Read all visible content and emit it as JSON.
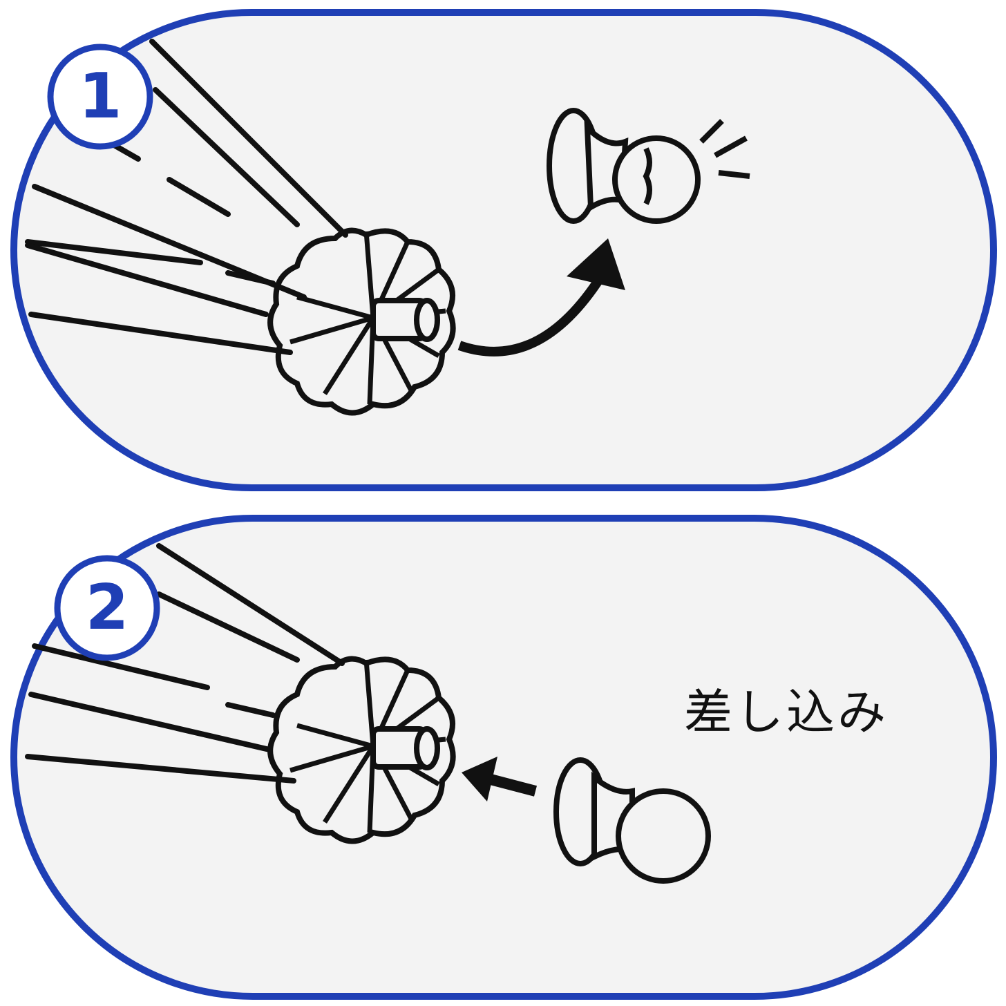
{
  "colors": {
    "border": "#1f3fb5",
    "panel": "#f3f3f3",
    "ink": "#111111"
  },
  "steps": [
    {
      "number": "1",
      "illustration": "remove-broken-tip"
    },
    {
      "number": "2",
      "illustration": "insert-new-tip",
      "caption": "差し込み"
    }
  ]
}
